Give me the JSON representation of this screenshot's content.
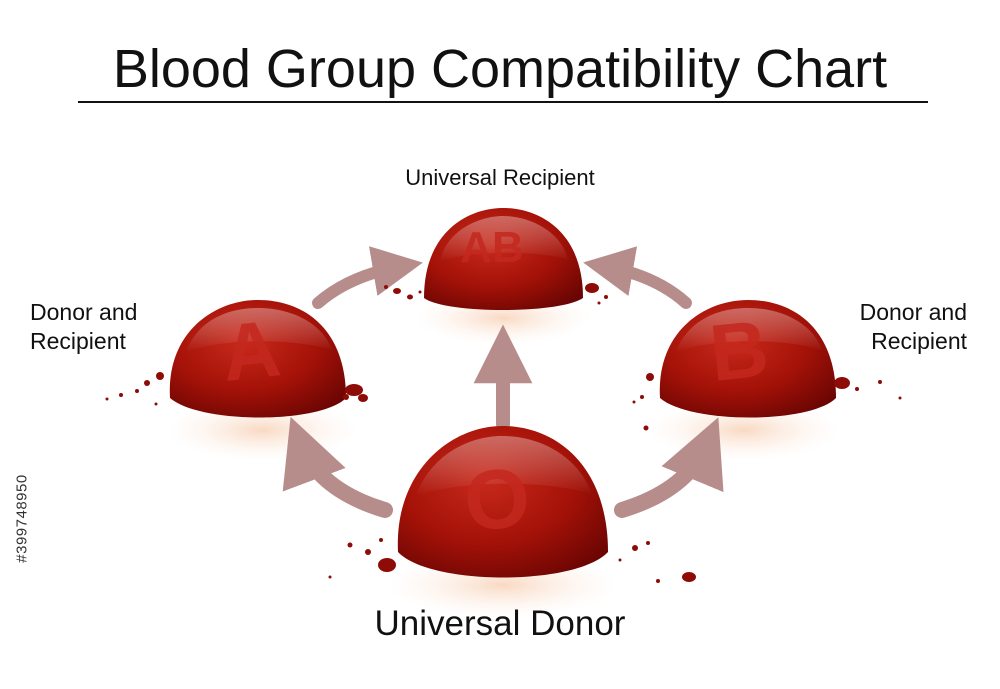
{
  "title": "Blood Group Compatibility Chart",
  "labels": {
    "universal_recipient": "Universal Recipient",
    "left_line1": "Donor and",
    "left_line2": "Recipient",
    "right_line1": "Donor and",
    "right_line2": "Recipient",
    "universal_donor": "Universal Donor"
  },
  "groups": {
    "ab": "AB",
    "a": "A",
    "b": "B",
    "o": "O"
  },
  "stock_id": "#399748950",
  "colors": {
    "blood_dark": "#7e0a07",
    "blood_mid": "#b51a10",
    "arrow": "#b78d8c"
  }
}
